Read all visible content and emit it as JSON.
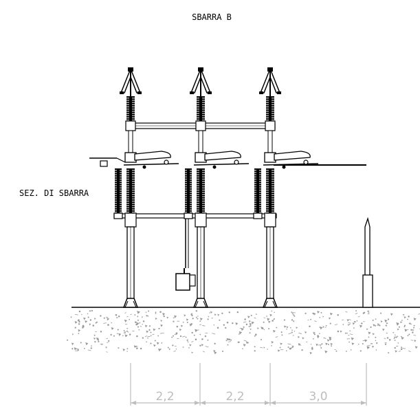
{
  "labels": {
    "busbar": "SBARRA B",
    "section": "SEZ. DI SBARRA"
  },
  "dimensions": [
    "2,2",
    "2,2",
    "3,0"
  ],
  "colors": {
    "line": "#000000",
    "dimension": "#bdbdbd",
    "gravel": "#9a9a9a"
  }
}
